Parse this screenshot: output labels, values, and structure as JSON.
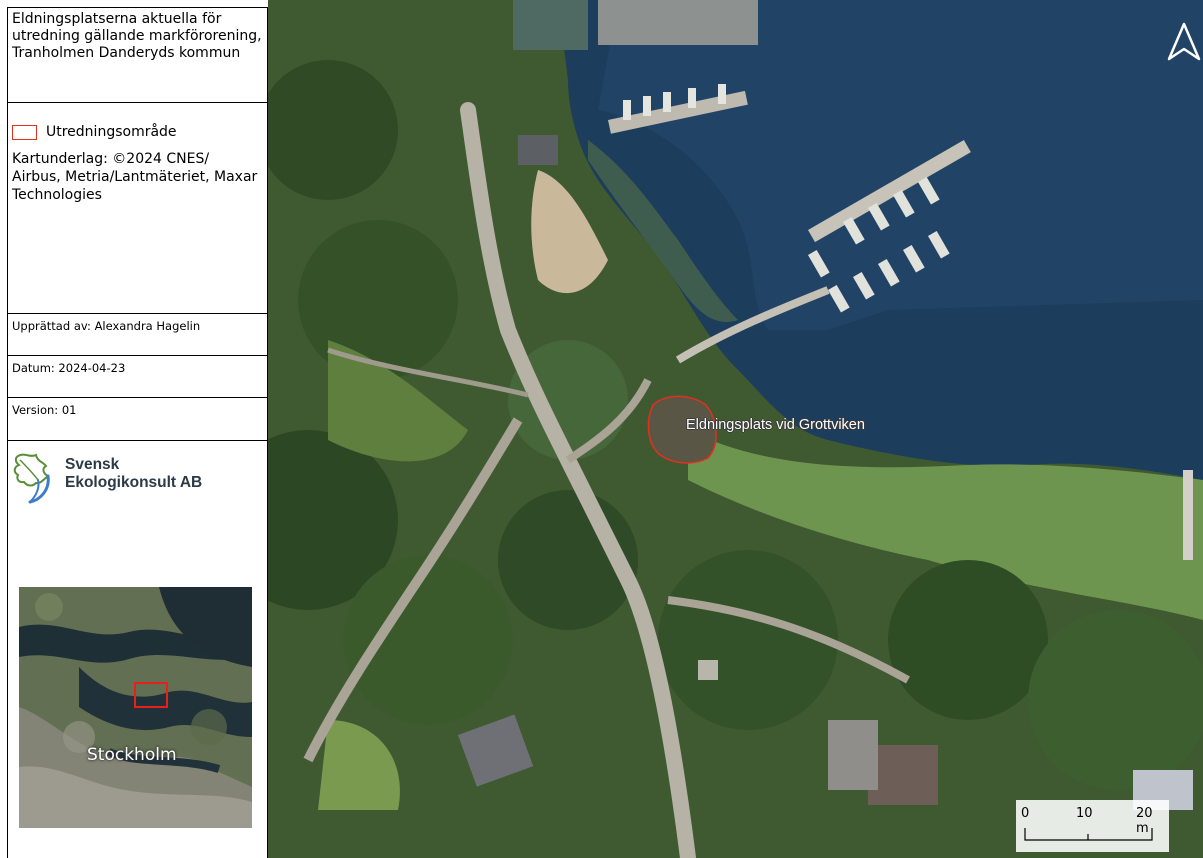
{
  "title": "Eldningsplatserna aktuella för utredning gällande markförorening, Tranholmen Danderyds kommun",
  "legend": {
    "label": "Utredningsområde",
    "color": "#e0301e"
  },
  "credits": "Kartunderlag: ©2024 CNES/ Airbus, Metria/Lantmäteriet, Maxar Technologies",
  "meta": {
    "author": "Upprättad av: Alexandra Hagelin",
    "date": "Datum: 2024-04-23",
    "version": "Version: 01"
  },
  "logo": {
    "line1": "Svensk",
    "line2": "Ekologikonsult AB",
    "icon": "oak-leaf-icon"
  },
  "overview": {
    "label": "Stockholm"
  },
  "map": {
    "site_label": "Eldningsplats vid Grottviken",
    "north_icon": "north-arrow-icon",
    "scale": {
      "labels": [
        "0",
        "10",
        "20 m"
      ]
    }
  }
}
